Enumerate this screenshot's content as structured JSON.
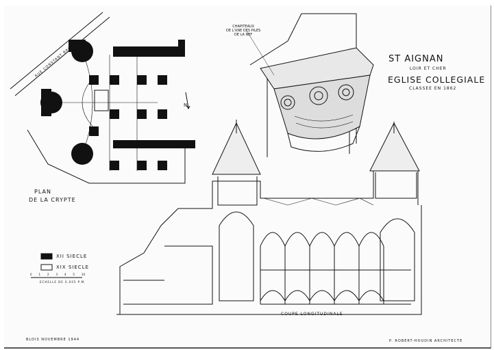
{
  "title": {
    "town": "St Aignan",
    "department": "Loir et Cher",
    "building": "Eglise Collegiale",
    "classified": "Classee en 1862"
  },
  "capital_caption": [
    "Chapiteaux",
    "de l'une des piles",
    "de la nef"
  ],
  "plan": {
    "title_line1": "Plan",
    "title_line2": "de la crypte",
    "street": "Rue Constant Baudy",
    "north": "N"
  },
  "legend": {
    "items": [
      {
        "label": "XII siecle",
        "fill": "#111111"
      },
      {
        "label": "XIX siecle",
        "fill": "#ffffff"
      }
    ],
    "scale_label": "Echelle de 0,005 p.m.",
    "scale_ticks": [
      "0",
      "1",
      "2",
      "3",
      "4",
      "5",
      "10"
    ]
  },
  "section_caption": "Coupe longitudinale",
  "footer": {
    "place_date": "Blois  Novembre 1944",
    "architect": "P. Robert-Houdin   Architecte"
  }
}
